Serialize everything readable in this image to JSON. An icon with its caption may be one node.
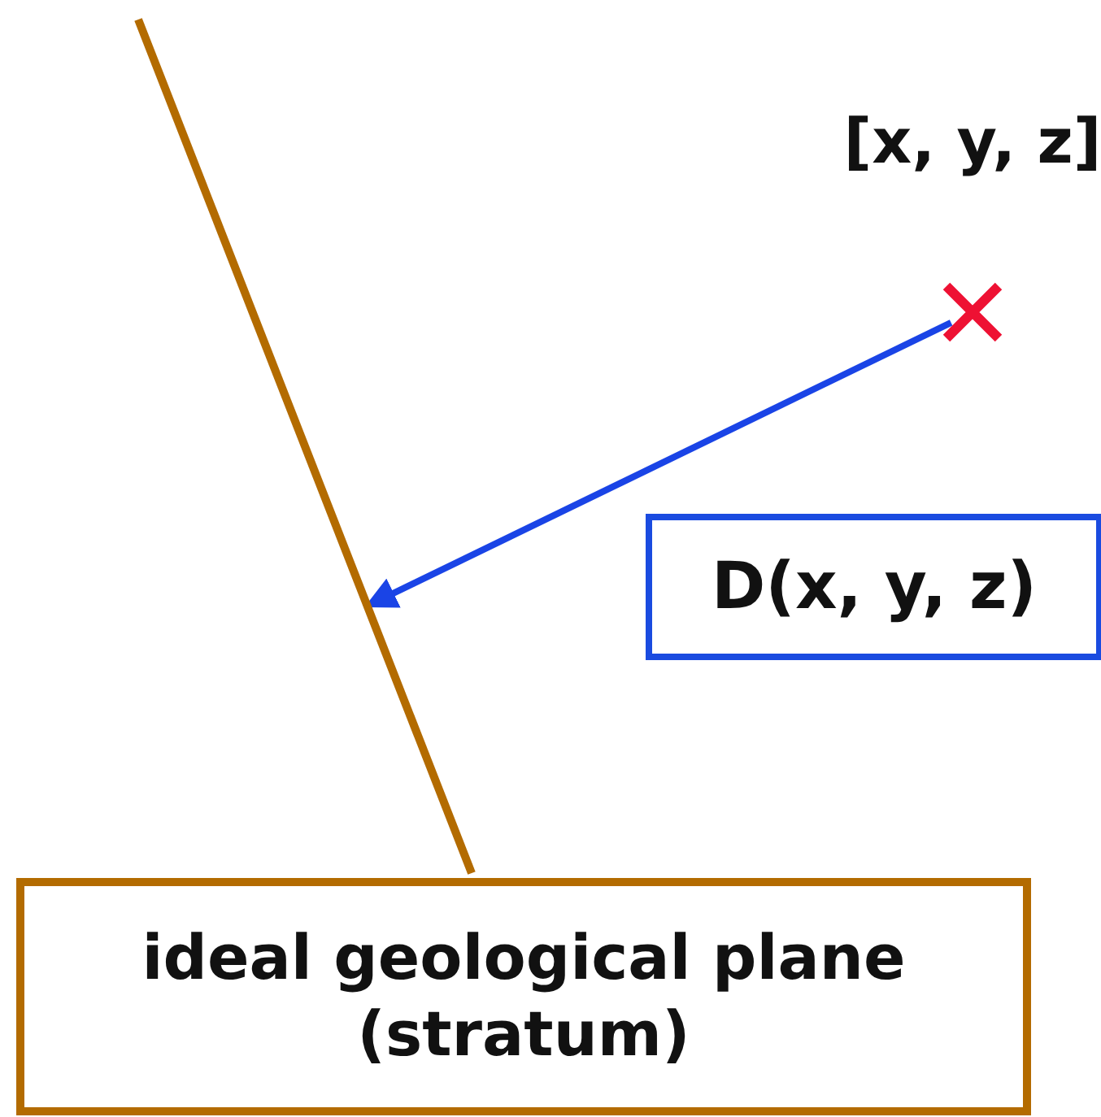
{
  "diagram": {
    "nodes": [
      {
        "text": [],
        "shape": "line"
      },
      {
        "text": [],
        "shape": "cross",
        "beside": [
          "[x, y, z]"
        ]
      },
      {
        "text": [
          "D(x, y, z)"
        ]
      },
      {
        "text": [
          "ideal geological plane (stratum)"
        ]
      }
    ],
    "edges": [
      {
        "from": 1,
        "to": 0,
        "arrow": "to",
        "color": "#1a44e6"
      }
    ]
  }
}
